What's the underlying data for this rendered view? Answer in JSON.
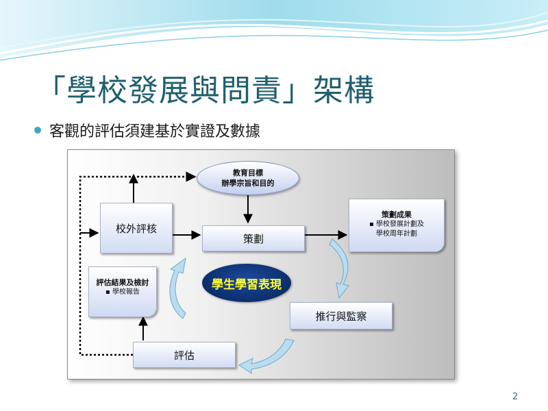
{
  "slide": {
    "title": "「學校發展與問責」架構",
    "bullet": "客觀的評估須建基於實證及數據",
    "page_number": "2"
  },
  "diagram": {
    "goals_line1": "教育目標",
    "goals_line2": "辦學宗旨和目的",
    "external_review": "校外評核",
    "planning": "策劃",
    "planning_outcome_title": "策劃成果",
    "planning_outcome_line1": "▪ 學校發展計劃及",
    "planning_outcome_line2": "學校周年計劃",
    "student_performance": "學生學習表現",
    "evaluation_results_title": "評估結果及檢討",
    "evaluation_results_line1": "▪ 學校報告",
    "implementation": "推行與監察",
    "evaluation": "評估"
  },
  "colors": {
    "title": "#1f5f6e",
    "bullet_dot": "#3aa7c2",
    "header_wave": "#8fd3e6",
    "center_oval": "#0b2e6c",
    "center_text": "#ffff33",
    "cycle_arrow": "#b9dcef"
  }
}
